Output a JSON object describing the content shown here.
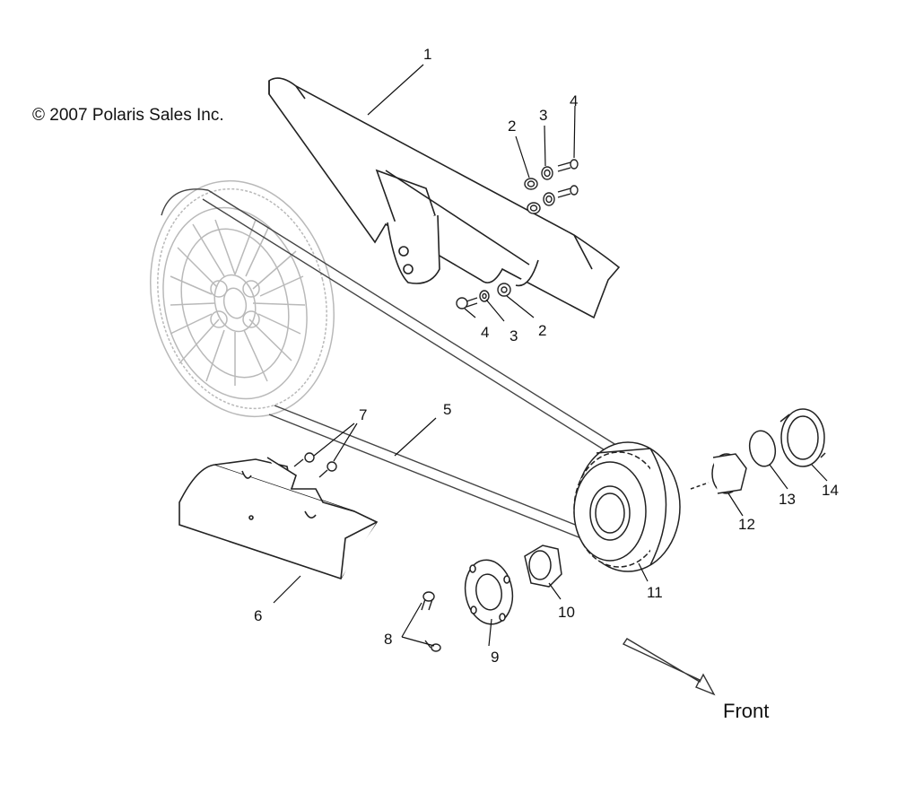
{
  "copyright": "© 2007 Polaris Sales Inc.",
  "front_label": "Front",
  "callouts": [
    "1",
    "2",
    "3",
    "4",
    "4",
    "3",
    "2",
    "5",
    "6",
    "7",
    "8",
    "9",
    "10",
    "11",
    "12",
    "13",
    "14"
  ]
}
